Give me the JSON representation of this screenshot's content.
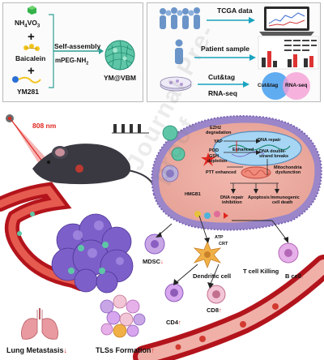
{
  "synthesis": {
    "reagent_1": "NH",
    "reagent_1_sub1": "4",
    "reagent_1_mid": "VO",
    "reagent_1_sub2": "3",
    "reagent_2": "Baicalein",
    "reagent_3": "YM281",
    "process_label": "Self-assembly",
    "additive_label": "mPEG-NH",
    "additive_sub": "2",
    "product_label": "YM@VBM"
  },
  "analysis": {
    "row_1": "TCGA data",
    "row_2": "Patient sample",
    "row_3a": "Cut&tag",
    "row_3b": "RNA-seq",
    "venn_left": "Cut&tag",
    "venn_right": "RNA-seq"
  },
  "laser": {
    "wavelength": "808 nm"
  },
  "cell": {
    "ezh2": "EZH2",
    "ezh2_state": "degradation",
    "yap": "YAP",
    "pod": "POD",
    "gsh": "GSH",
    "gsh_state": "depletion",
    "ptt": "PTT enhanced",
    "dna_repair": "DNA repair",
    "enhanced": "Enhanced",
    "dsb_1": "DNA double-",
    "dsb_2": "strand breaks",
    "mito_1": "Mitochondria",
    "mito_2": "dysfunction",
    "outcome_1a": "DNA repair",
    "outcome_1b": "inhibition",
    "outcome_2": "Apoptosis",
    "outcome_3a": "Immunogenic",
    "outcome_3b": "cell death",
    "hmgb1": "HMGB1",
    "atp": "ATP",
    "crt": "CRT"
  },
  "immune": {
    "mdsc": "MDSC",
    "dendritic": "Dendritic cell",
    "t_killing": "T cell Killing",
    "b_cell": "B cell",
    "cd8": "CD8",
    "cd4": "CD4",
    "arrow_up": "↑",
    "arrow_down": "↓"
  },
  "bottom": {
    "lung": "Lung Metastasis",
    "tls": "TLSs Formation"
  },
  "colors": {
    "arrow_red": "#e0261f",
    "cell_membrane": "#a18cd1",
    "vessel": "#b3141c",
    "cyan_line": "#18a3bf",
    "panel_border": "#b9b9b9"
  }
}
